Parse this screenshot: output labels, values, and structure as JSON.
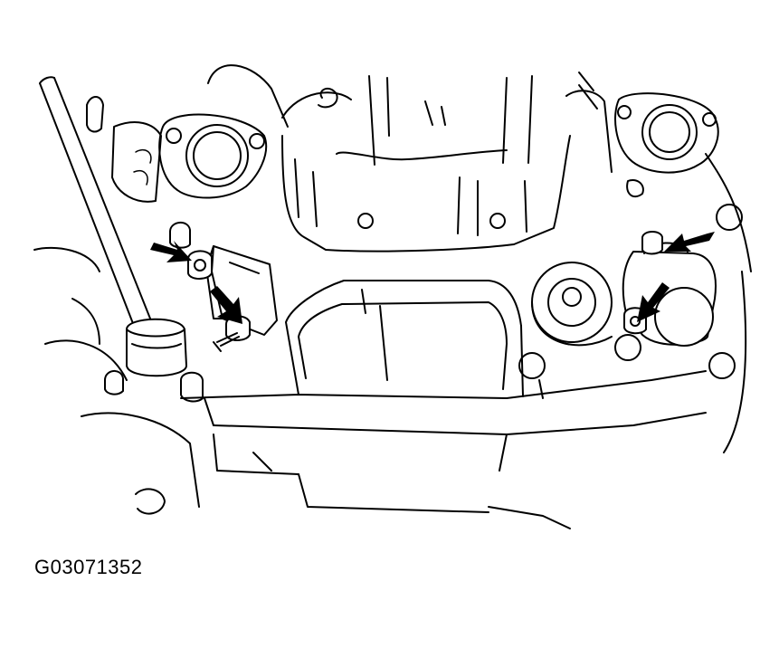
{
  "figure": {
    "id_label": "G03071352"
  },
  "colors": {
    "line": "#000000",
    "background": "#ffffff"
  },
  "arrows": [
    "arrow",
    "arrow",
    "arrow",
    "arrow"
  ]
}
